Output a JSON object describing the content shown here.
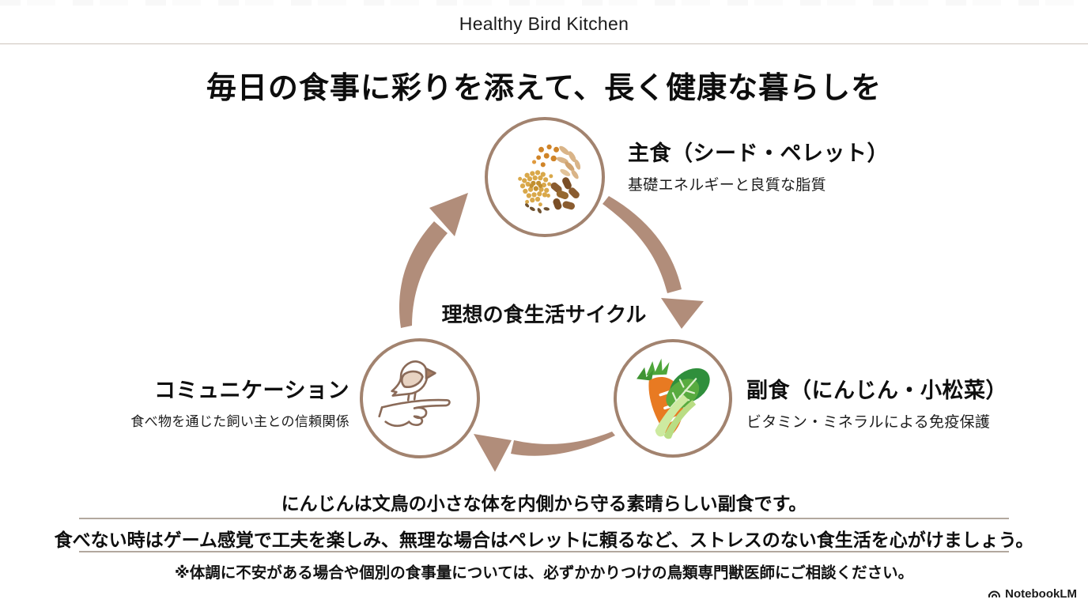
{
  "header": {
    "title": "Healthy Bird Kitchen"
  },
  "main_title": "毎日の食事に彩りを添えて、長く健康な暮らしを",
  "cycle": {
    "center_label": "理想の食生活サイクル",
    "nodes": [
      {
        "id": "staple",
        "title": "主食（シード・ペレット）",
        "subtitle": "基礎エネルギーと良質な脂質",
        "icon": "seeds-pellets-icon"
      },
      {
        "id": "side-dish",
        "title": "副食（にんじん・小松菜）",
        "subtitle": "ビタミン・ミネラルによる免疫保護",
        "icon": "carrot-komatsuna-icon"
      },
      {
        "id": "communication",
        "title": "コミュニケーション",
        "subtitle": "食べ物を通じた飼い主との信頼関係",
        "icon": "bird-on-hand-icon"
      }
    ]
  },
  "notes": {
    "highlight": "にんじんは文鳥の小さな体を内側から守る素晴らしい副食です。",
    "advice": "食べない時はゲーム感覚で工夫を楽しみ、無理な場合はペレットに頼るなど、ストレスのない食生活を心がけましょう。",
    "disclaimer": "※体調に不安がある場合や個別の食事量については、必ずかかりつけの鳥類専門獣医師にご相談ください。"
  },
  "footer": {
    "brand": "NotebookLM"
  },
  "colors": {
    "node_ring_brown": "#a2836f",
    "arrow_brown": "#b18d7a",
    "rule_gray": "#b2a89e",
    "carrot_orange": "#e87a22",
    "leaf_dark_green": "#2f8f3c",
    "leaf_mid_green": "#58ab3f",
    "seed_gold": "#d9a84a",
    "pellet_brown": "#8a5c30",
    "bird_line_brown": "#8a6a58"
  }
}
